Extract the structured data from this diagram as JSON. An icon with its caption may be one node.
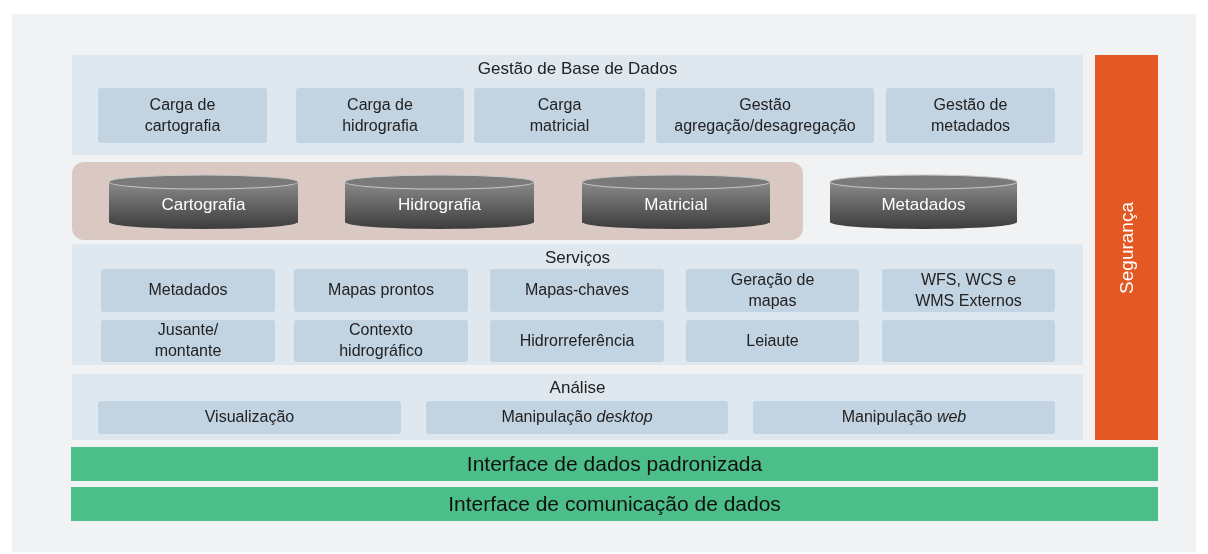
{
  "diagram": {
    "nodes": [
      {
        "text": [
          "Gestão de Base de Dados"
        ]
      },
      {
        "text": [
          "Carga de cartografia"
        ],
        "in": 0
      },
      {
        "text": [
          "Carga de hidrografia"
        ],
        "in": 0
      },
      {
        "text": [
          "Carga matricial"
        ],
        "in": 0
      },
      {
        "text": [
          "Gestão agregação/desagregação"
        ],
        "in": 0
      },
      {
        "text": [
          "Gestão de metadados"
        ],
        "in": 0
      },
      {
        "text": [],
        "shape": "box"
      },
      {
        "text": [
          "Cartografia"
        ],
        "in": 6
      },
      {
        "text": [
          "Hidrografia"
        ],
        "in": 6
      },
      {
        "text": [
          "Matricial"
        ],
        "in": 6
      },
      {
        "text": [
          "Metadados"
        ]
      },
      {
        "text": [
          "Serviços"
        ]
      },
      {
        "text": [
          "Metadados"
        ],
        "in": 11
      },
      {
        "text": [
          "Mapas prontos"
        ],
        "in": 11
      },
      {
        "text": [
          "Mapas-chaves"
        ],
        "in": 11
      },
      {
        "text": [
          "Geração de mapas"
        ],
        "in": 11
      },
      {
        "text": [
          "WFS, WCS e WMS Externos"
        ],
        "in": 11
      },
      {
        "text": [
          "Jusante/ montante"
        ],
        "in": 11
      },
      {
        "text": [
          "Contexto hidrográfico"
        ],
        "in": 11
      },
      {
        "text": [
          "Hidrorreferência"
        ],
        "in": 11
      },
      {
        "text": [
          "Leiaute"
        ],
        "in": 11
      },
      {
        "text": [],
        "shape": "box",
        "in": 11
      },
      {
        "text": [
          "Análise"
        ]
      },
      {
        "text": [
          "Visualização"
        ],
        "in": 22
      },
      {
        "text": [
          "Manipulação *desktop*"
        ],
        "in": 22
      },
      {
        "text": [
          "Manipulação *web*"
        ],
        "in": 22
      },
      {
        "text": [
          "Segurança"
        ]
      },
      {
        "text": [
          "Interface de dados padronizada"
        ]
      },
      {
        "text": [
          "Interface de comunicação de dados"
        ]
      }
    ]
  }
}
